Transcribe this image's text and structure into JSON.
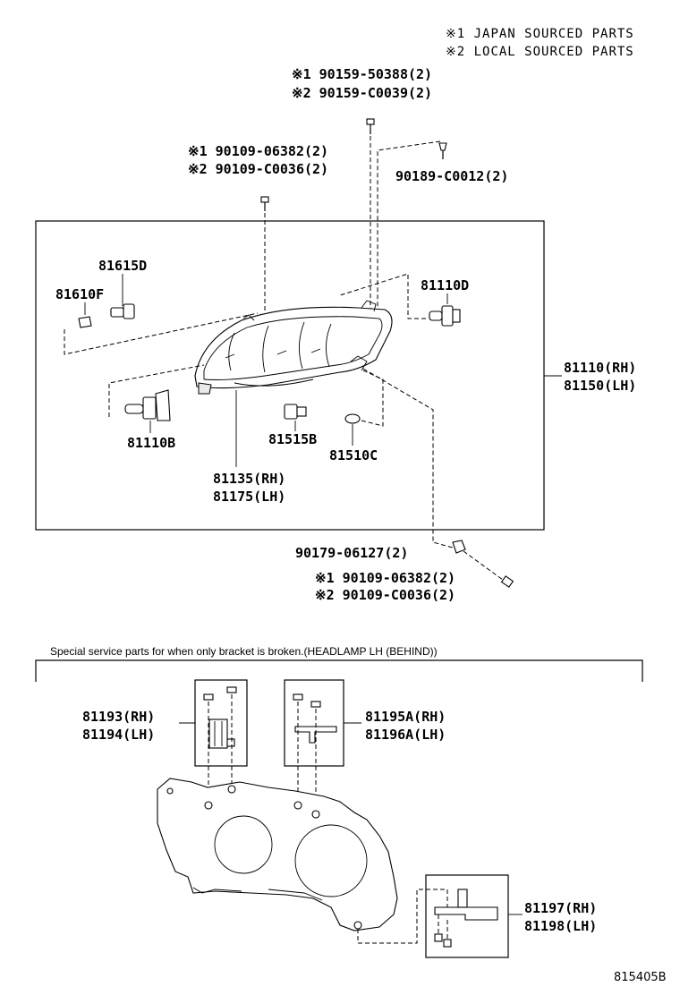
{
  "legend": {
    "japan": "※1 JAPAN SOURCED PARTS",
    "local": "※2 LOCAL SOURCED PARTS"
  },
  "upper": {
    "screw_top_1": "※1 90159-50388(2)",
    "screw_top_2": "※2 90159-C0039(2)",
    "screw_left_1": "※1 90109-06382(2)",
    "screw_left_2": "※2 90109-C0036(2)",
    "clip_right": "90189-C0012(2)",
    "p81615d": "81615D",
    "p81610f": "81610F",
    "p81110d": "81110D",
    "p81110_rh": "81110(RH)",
    "p81150_lh": "81150(LH)",
    "p81110b": "81110B",
    "p81515b": "81515B",
    "p81510c": "81510C",
    "p81135_rh": "81135(RH)",
    "p81175_lh": "81175(LH)",
    "nut_bottom": "90179-06127(2)",
    "screw_bottom_1": "※1 90109-06382(2)",
    "screw_bottom_2": "※2 90109-C0036(2)"
  },
  "lower": {
    "caption": "Special service parts for when only bracket is broken.(HEADLAMP LH (BEHIND))",
    "p81193_rh": "81193(RH)",
    "p81194_lh": "81194(LH)",
    "p81195a_rh": "81195A(RH)",
    "p81196a_lh": "81196A(LH)",
    "p81197_rh": "81197(RH)",
    "p81198_lh": "81198(LH)"
  },
  "ref_code": "815405B"
}
